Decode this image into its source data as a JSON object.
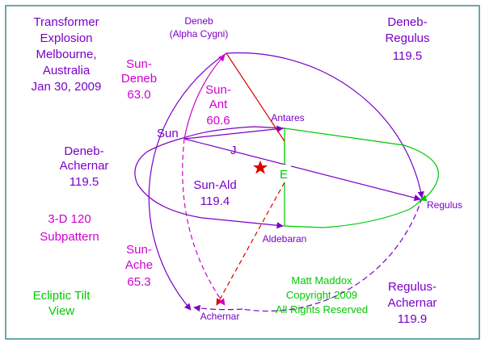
{
  "title_block": [
    "Transformer",
    "Explosion",
    "Melbourne,",
    "Australia",
    "Jan 30, 2009"
  ],
  "stars": {
    "deneb": [
      "Deneb",
      "(Alpha Cygni)"
    ],
    "sun": "Sun",
    "antares": "Antares",
    "regulus": "Regulus",
    "aldebaran": "Aldebaran",
    "achernar": "Achernar",
    "earth": "E",
    "jupiter": "J"
  },
  "arcs": {
    "sun_deneb": {
      "label": [
        "Sun-",
        "Deneb"
      ],
      "value": "63.0"
    },
    "sun_ant": {
      "label": [
        "Sun-",
        "Ant"
      ],
      "value": "60.6"
    },
    "deneb_regulus": {
      "label": [
        "Deneb-",
        "Regulus"
      ],
      "value": "119.5"
    },
    "deneb_achernar": {
      "label": [
        "Deneb-",
        "Achernar"
      ],
      "value": "119.5"
    },
    "sun_ald": {
      "label": "Sun-Ald",
      "value": "119.4"
    },
    "sun_ache": {
      "label": [
        "Sun-",
        "Ache"
      ],
      "value": "65.3"
    },
    "regulus_achernar": {
      "label": [
        "Regulus-",
        "Achernar"
      ],
      "value": "119.9"
    }
  },
  "subpattern": [
    "3-D 120",
    "Subpattern"
  ],
  "view": [
    "Ecliptic Tilt",
    "View"
  ],
  "copyright": [
    "Matt Maddox",
    "Copyright 2009",
    "All Rights Reserved"
  ],
  "colors": {
    "purple": "#7a00c8",
    "magenta": "#d000d0",
    "green": "#00c800",
    "red": "#e00000",
    "frame": "#3c8c8c"
  }
}
